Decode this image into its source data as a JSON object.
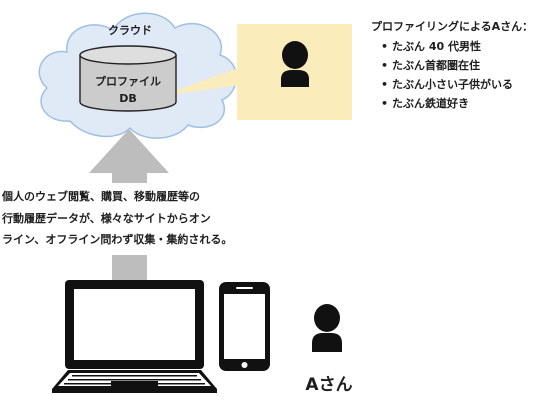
{
  "cloud": {
    "label": "クラウド"
  },
  "database": {
    "line1": "プロファイル",
    "line2": "DB"
  },
  "profile": {
    "title": "プロファイリングによるAさん：",
    "items": [
      "たぶん 40 代男性",
      "たぶん首都圏在住",
      "たぶん小さい子供がいる",
      "たぶん鉄道好き"
    ]
  },
  "description": {
    "line1": "個人のウェブ閲覧、購買、移動履歴等の",
    "line2": "行動履歴データが、様々なサイトからオン",
    "line3": "ライン、オフライン問わず収集・集約される。"
  },
  "person": {
    "label": "Aさん"
  },
  "icons": {
    "cloud": "cloud-icon",
    "database": "database-cylinder-icon",
    "profile_person": "person-icon",
    "user": "person-icon",
    "laptop": "laptop-icon",
    "smartphone": "smartphone-icon",
    "arrow": "arrow-up-icon"
  },
  "colors": {
    "cloud_fill": "#dfeaf6",
    "cloud_stroke": "#9fc0e2",
    "database_fill": "#cccccc",
    "callout_fill": "#fbecbb",
    "arrow_fill": "#bdbdbd",
    "device": "#111111"
  }
}
